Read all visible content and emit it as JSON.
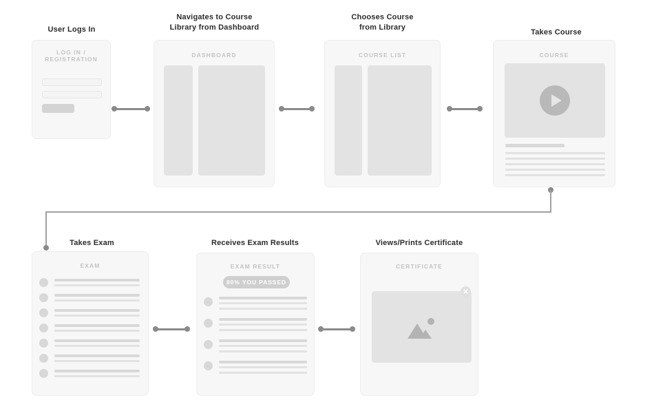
{
  "diagram": {
    "title": "E-Learning User Flow Wireframe",
    "background_color": "#ffffff",
    "card_color": "#f7f7f7",
    "connector_color": "#8a8a8a",
    "accent_text_color": "#2b2b2b",
    "placeholder_color": "#e3e3e3"
  },
  "steps": [
    {
      "id": "login",
      "title": "User Logs In",
      "screen_label": "LOG IN / REGISTRATION",
      "fields": [
        "username-field",
        "password-field"
      ],
      "button": "submit-button"
    },
    {
      "id": "dashboard",
      "title": "Navigates to Course\nLibrary from Dashboard",
      "screen_label": "DASHBOARD",
      "columns": 2
    },
    {
      "id": "course-list",
      "title": "Chooses Course\nfrom Library",
      "screen_label": "COURSE LIST",
      "columns": 2
    },
    {
      "id": "course",
      "title": "Takes Course",
      "screen_label": "COURSE",
      "media": "video-player",
      "heading_bar": true,
      "text_lines": 5
    },
    {
      "id": "exam",
      "title": "Takes Exam",
      "screen_label": "EXAM",
      "question_rows": 7
    },
    {
      "id": "exam-result",
      "title": "Receives Exam Results",
      "screen_label": "EXAM RESULT",
      "badge_text": "80% YOU PASSED",
      "result_rows": 4
    },
    {
      "id": "certificate",
      "title": "Views/Prints Certificate",
      "screen_label": "CERTIFICATE",
      "media": "image-placeholder",
      "close_control": "close-icon"
    }
  ],
  "connectors": [
    {
      "from": "login",
      "to": "dashboard",
      "type": "straight"
    },
    {
      "from": "dashboard",
      "to": "course-list",
      "type": "straight"
    },
    {
      "from": "course-list",
      "to": "course",
      "type": "straight"
    },
    {
      "from": "course",
      "to": "exam",
      "type": "elbow"
    },
    {
      "from": "exam",
      "to": "exam-result",
      "type": "straight"
    },
    {
      "from": "exam-result",
      "to": "certificate",
      "type": "straight"
    }
  ]
}
